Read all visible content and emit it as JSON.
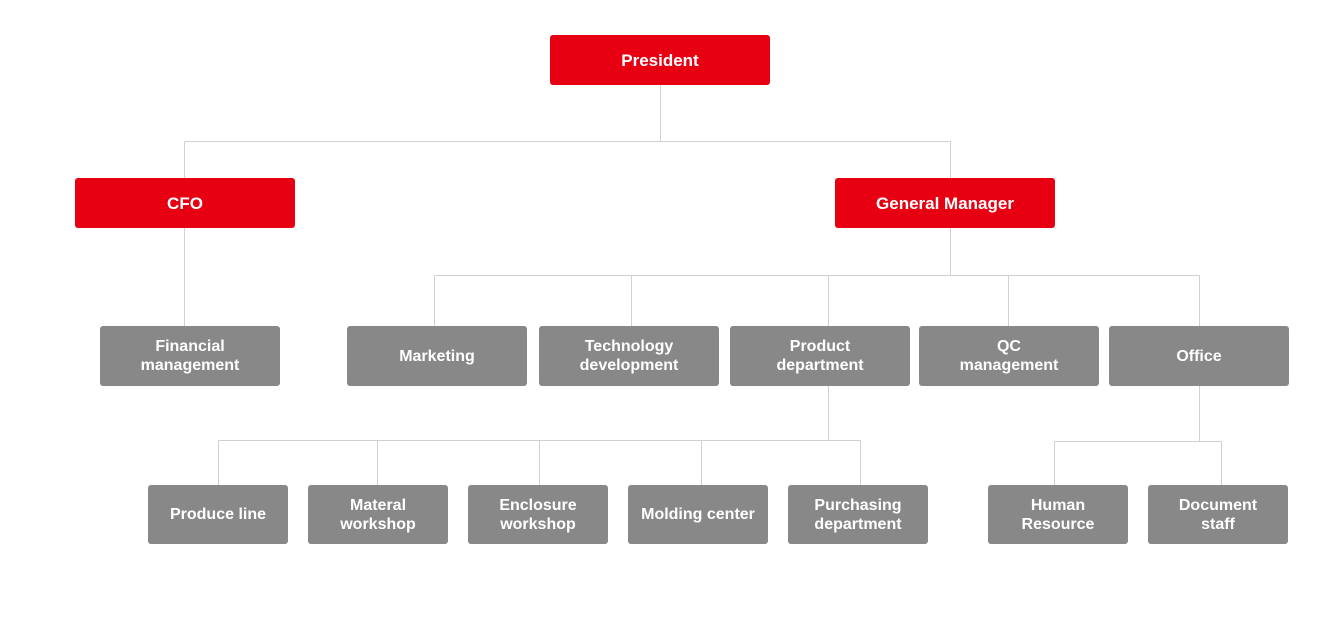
{
  "colors": {
    "primary": "#e60012",
    "secondary": "#888888",
    "line": "#d0d0d0"
  },
  "nodes": {
    "president": "President",
    "cfo": "CFO",
    "general_manager": "General Manager",
    "financial_management": "Financial\nmanagement",
    "marketing": "Marketing",
    "technology_development": "Technology\ndevelopment",
    "product_department": "Product\ndepartment",
    "qc_management": "QC\nmanagement",
    "office": "Office",
    "produce_line": "Produce line",
    "materal_workshop": "Materal\nworkshop",
    "enclosure_workshop": "Enclosure\nworkshop",
    "molding_center": "Molding center",
    "purchasing_department": "Purchasing\ndepartment",
    "human_resource": "Human\nResource",
    "document_staff": "Document\nstaff"
  }
}
